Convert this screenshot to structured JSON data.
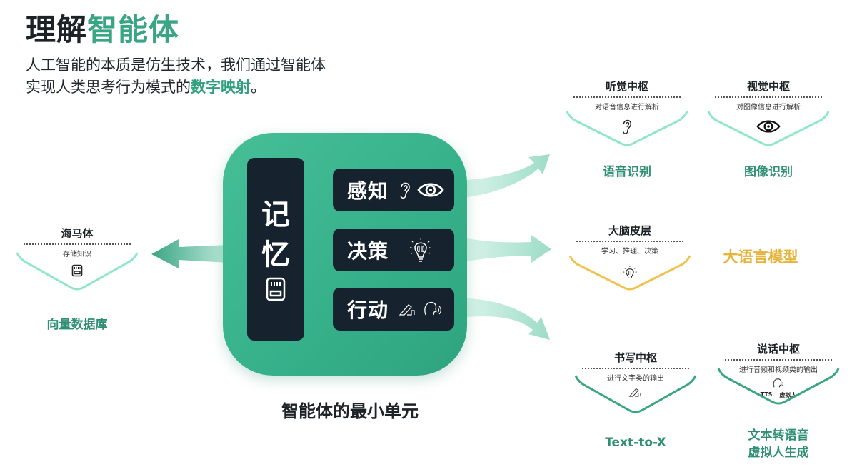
{
  "header": {
    "title_dark": "理解",
    "title_accent": "智能体",
    "subtitle_line1": "人工智能的本质是仿生技术，我们通过智能体",
    "subtitle_line2_plain": "实现人类思考行为模式的",
    "subtitle_line2_accent": "数字映射",
    "subtitle_line2_end": "。"
  },
  "core": {
    "memory": {
      "chars": [
        "记",
        "忆"
      ],
      "icon": "sd-card-icon"
    },
    "modules": [
      {
        "label": "感知",
        "icons": [
          "ear-icon",
          "eye-icon"
        ]
      },
      {
        "label": "决策",
        "icons": [
          "lightbulb-icon"
        ]
      },
      {
        "label": "行动",
        "icons": [
          "writing-hand-icon",
          "speaking-head-icon"
        ]
      }
    ],
    "caption": "智能体的最小单元"
  },
  "cards": {
    "hippocampus": {
      "title": "海马体",
      "desc": "存储知识",
      "icon": "sd-card-icon",
      "output": "向量数据库"
    },
    "auditory": {
      "title": "听觉中枢",
      "desc": "对语音信息进行解析",
      "icon": "ear-icon",
      "output": "语音识别"
    },
    "visual": {
      "title": "视觉中枢",
      "desc": "对图像信息进行解析",
      "icon": "eye-icon",
      "output": "图像识别"
    },
    "cortex": {
      "title": "大脑皮层",
      "desc": "学习、推理、决策",
      "icon": "lightbulb-icon",
      "output": "大语言模型"
    },
    "writing": {
      "title": "书写中枢",
      "desc": "进行文字类的输出",
      "icon": "writing-hand-icon",
      "output": "Text-to-X"
    },
    "speech": {
      "title": "说话中枢",
      "desc": "进行音频和视频类的输出",
      "icon": "speaking-head-icon",
      "tags": [
        "TTS",
        "虚拟人"
      ],
      "output_line1": "文本转语音",
      "output_line2": "虚拟人生成"
    }
  },
  "colors": {
    "accent": "#3aa583",
    "core": "#3ab38b",
    "dark": "#16222e",
    "gold": "#e6b43a",
    "mint": "#7fe0c4"
  }
}
